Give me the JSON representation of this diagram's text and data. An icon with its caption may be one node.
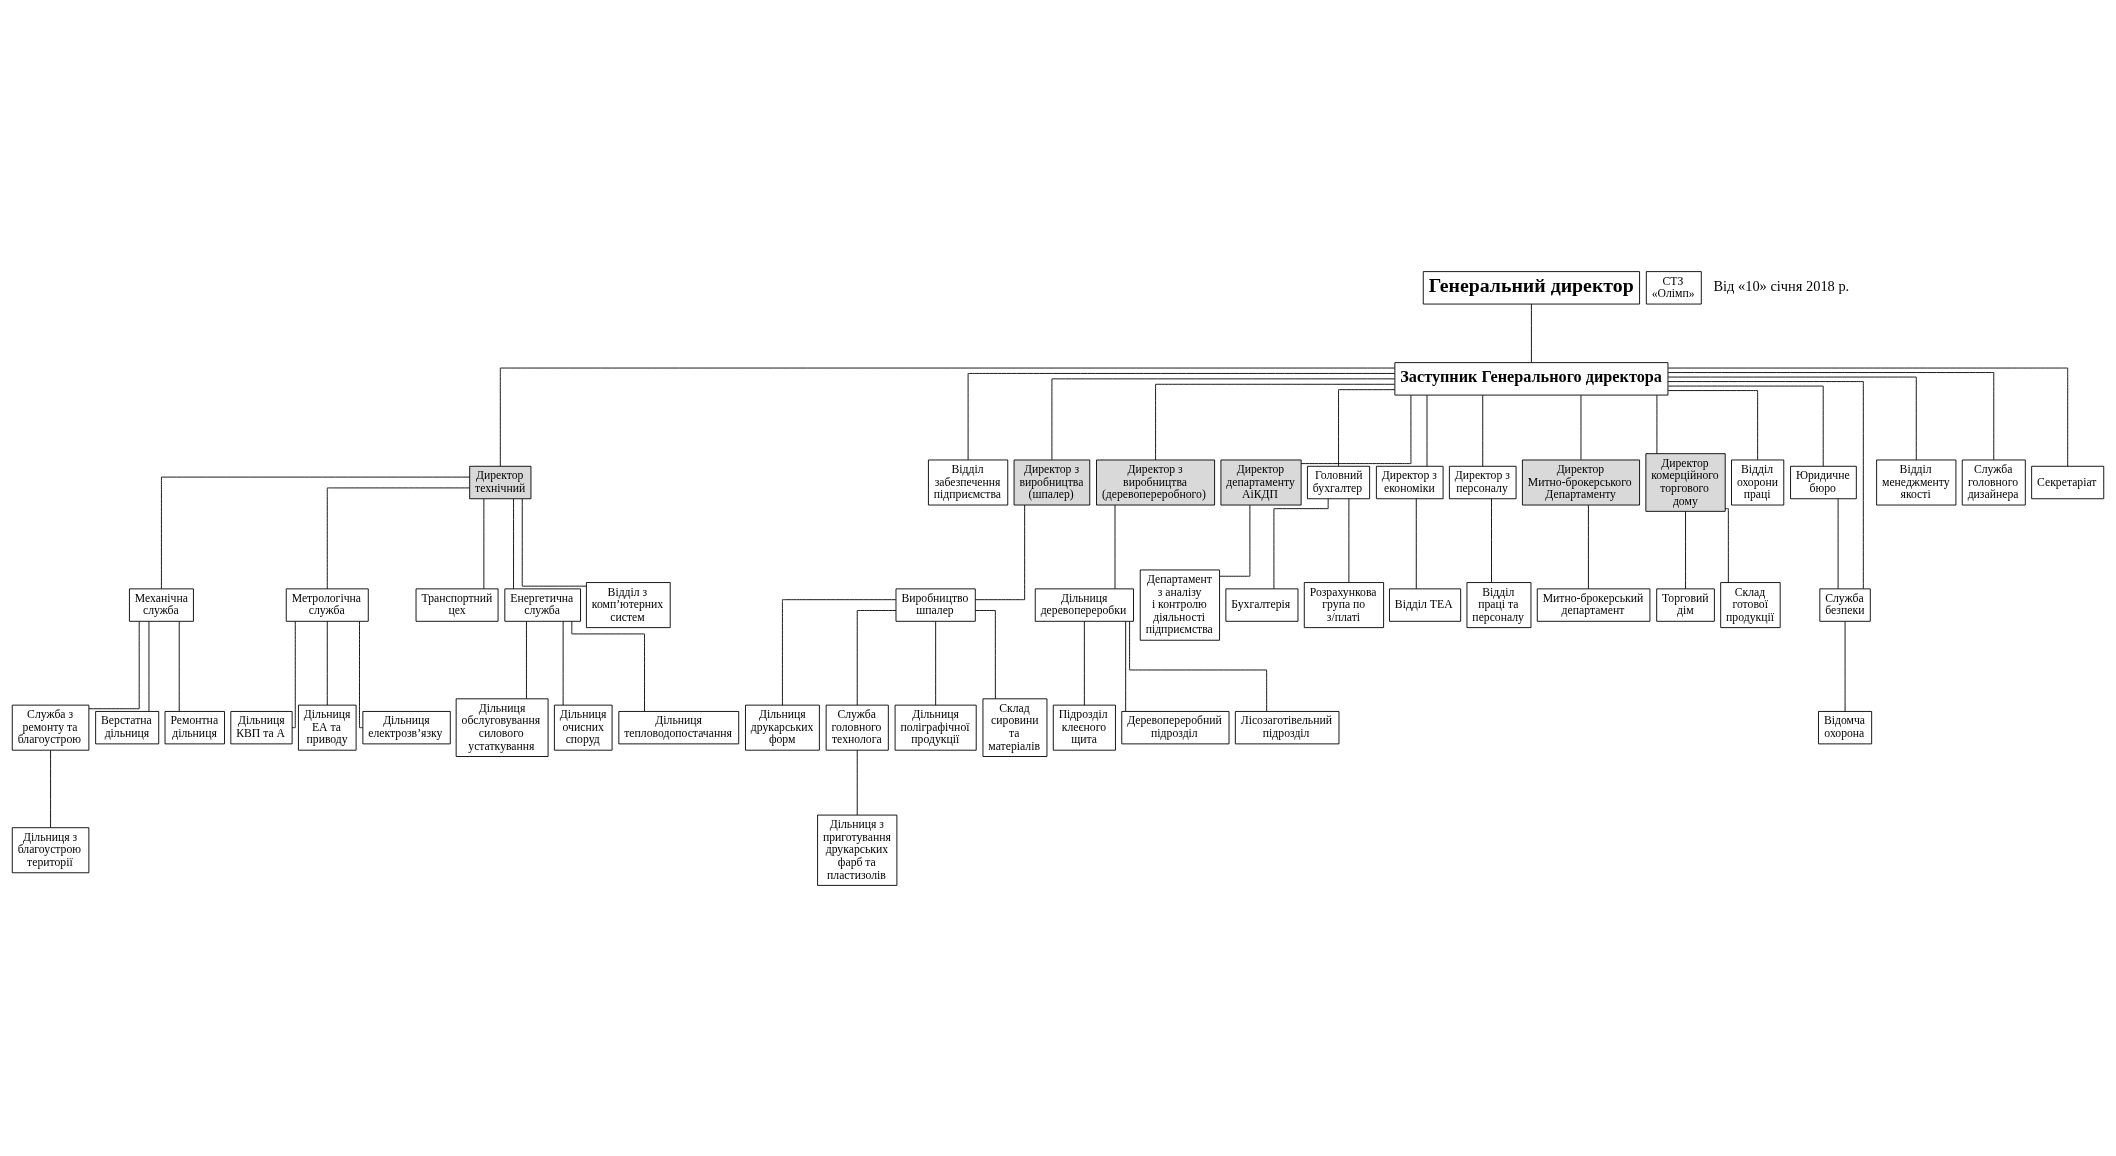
{
  "diagram": {
    "nodes": [
      {
        "text": [
          "Генеральний директор"
        ]
      },
      {
        "text": [
          "Заступник Генерального директора"
        ]
      },
      {
        "text": [
          "Директор технічний"
        ]
      },
      {
        "text": [
          "Відділ забезпечення підприємства"
        ]
      },
      {
        "text": [
          "Директор з виробництва (шпалер)"
        ]
      },
      {
        "text": [
          "Директор з виробництва (деревопереробного)"
        ]
      },
      {
        "text": [
          "Директор департаменту АіКДП"
        ]
      },
      {
        "text": [
          "Головний бухгалтер"
        ]
      },
      {
        "text": [
          "Директор з економіки"
        ]
      },
      {
        "text": [
          "Директор з персоналу"
        ]
      },
      {
        "text": [
          "Директор Митно-брокерського Департаменту"
        ]
      },
      {
        "text": [
          "Директор комерційного торгового дому"
        ]
      },
      {
        "text": [
          "Виробництво шпалер"
        ]
      },
      {
        "text": [
          "Дільниця деревопереробки"
        ]
      },
      {
        "text": [
          "Механічна служба"
        ]
      },
      {
        "text": [
          "Метрологічна служба"
        ]
      },
      {
        "text": [
          "Транспортний цех"
        ]
      },
      {
        "text": [
          "Департамент з аналізу і контролю діяльності підприємства"
        ]
      },
      {
        "text": [
          "Служба з ремонту та благоустрою"
        ]
      },
      {
        "text": [
          "Верстатна дільниця"
        ]
      },
      {
        "text": [
          "Ремонтна дільниця"
        ]
      },
      {
        "text": [
          "Дільниця КВП та А"
        ]
      },
      {
        "text": [
          "Дільниця ЕА та приводу"
        ]
      },
      {
        "text": [
          "Дільниця електрозв’язку"
        ]
      },
      {
        "text": [
          "Дільниця друкарських форм"
        ]
      },
      {
        "text": [
          "Служба головного технолога"
        ]
      },
      {
        "text": [
          "Дільниця поліграфічної продукції"
        ]
      },
      {
        "text": [
          "Склад сировини та матеріалів"
        ]
      },
      {
        "text": [
          "Підрозділ клеєного щита"
        ]
      },
      {
        "text": [
          "Деревопереробний підрозділ"
        ]
      },
      {
        "text": [
          "Лісозаготівельний підрозділ"
        ]
      },
      {
        "text": [
          "Бухгалтерія"
        ]
      },
      {
        "text": [
          "Розрахункова група по з/платі"
        ]
      },
      {
        "text": [
          "Відділ ТЕА"
        ]
      },
      {
        "text": [
          "Відділ праці та персоналу"
        ]
      },
      {
        "text": [
          "Відділ охорони праці"
        ]
      },
      {
        "text": [
          "Юридичне бюро"
        ]
      },
      {
        "text": [
          "Служба безпеки"
        ]
      },
      {
        "text": [
          "Відділ менеджменту якості"
        ]
      },
      {
        "text": [
          "Служба головного дизайнера"
        ]
      },
      {
        "text": [
          "Митно-брокерський департамент"
        ]
      },
      {
        "text": [
          "Торговий дім"
        ]
      },
      {
        "text": [
          "Склад готової продукції"
        ]
      },
      {
        "text": [
          "Дільниця з благоустрою території"
        ]
      },
      {
        "text": [
          "Енергетична служба"
        ]
      },
      {
        "text": [
          "Дільниця обслуговування силового устаткування"
        ]
      },
      {
        "text": [
          "Дільниця очисних споруд"
        ]
      },
      {
        "text": [
          "Дільниця тепловодопостачання"
        ]
      },
      {
        "text": [
          "Відділ з комп’ютерних систем"
        ]
      },
      {
        "text": [
          "Дільниця з приготування друкарських фарб та пластизолів"
        ]
      },
      {
        "text": [
          "Секретаріат"
        ]
      },
      {
        "text": [
          "СТЗ «Олімп»"
        ]
      },
      {
        "text": [
          "Відомча охорона"
        ]
      }
    ],
    "edges": [
      {
        "from": 0,
        "to": 1,
        "arrow": "none"
      },
      {
        "from": 1,
        "to": 2,
        "arrow": "none"
      },
      {
        "from": 1,
        "to": 3,
        "arrow": "none"
      },
      {
        "from": 1,
        "to": 4,
        "arrow": "none"
      },
      {
        "from": 1,
        "to": 5,
        "arrow": "none"
      },
      {
        "from": 1,
        "to": 6,
        "arrow": "none"
      },
      {
        "from": 1,
        "to": 50,
        "arrow": "none"
      },
      {
        "from": 1,
        "to": 7,
        "arrow": "none"
      },
      {
        "from": 1,
        "to": 8,
        "arrow": "none"
      },
      {
        "from": 1,
        "to": 9,
        "arrow": "none"
      },
      {
        "from": 1,
        "to": 35,
        "arrow": "none"
      },
      {
        "from": 1,
        "to": 36,
        "arrow": "none"
      },
      {
        "from": 1,
        "to": 37,
        "arrow": "none"
      },
      {
        "from": 1,
        "to": 38,
        "arrow": "none"
      },
      {
        "from": 1,
        "to": 39,
        "arrow": "none"
      },
      {
        "from": 1,
        "to": 10,
        "arrow": "none"
      },
      {
        "from": 1,
        "to": 11,
        "arrow": "none"
      },
      {
        "from": 2,
        "to": 14,
        "arrow": "none"
      },
      {
        "from": 2,
        "to": 15,
        "arrow": "none"
      },
      {
        "from": 2,
        "to": 16,
        "arrow": "none"
      },
      {
        "from": 2,
        "to": 44,
        "arrow": "none"
      },
      {
        "from": 2,
        "to": 48,
        "arrow": "none"
      },
      {
        "from": 4,
        "to": 12,
        "arrow": "none"
      },
      {
        "from": 5,
        "to": 13,
        "arrow": "none"
      },
      {
        "from": 6,
        "to": 17,
        "arrow": "none"
      },
      {
        "from": 12,
        "to": 24,
        "arrow": "none"
      },
      {
        "from": 12,
        "to": 25,
        "arrow": "none"
      },
      {
        "from": 12,
        "to": 26,
        "arrow": "none"
      },
      {
        "from": 12,
        "to": 27,
        "arrow": "none"
      },
      {
        "from": 13,
        "to": 28,
        "arrow": "none"
      },
      {
        "from": 13,
        "to": 29,
        "arrow": "none"
      },
      {
        "from": 13,
        "to": 30,
        "arrow": "none"
      },
      {
        "from": 14,
        "to": 18,
        "arrow": "none"
      },
      {
        "from": 14,
        "to": 19,
        "arrow": "none"
      },
      {
        "from": 14,
        "to": 20,
        "arrow": "none"
      },
      {
        "from": 15,
        "to": 21,
        "arrow": "none"
      },
      {
        "from": 15,
        "to": 22,
        "arrow": "none"
      },
      {
        "from": 15,
        "to": 23,
        "arrow": "none"
      },
      {
        "from": 18,
        "to": 43,
        "arrow": "none"
      },
      {
        "from": 44,
        "to": 45,
        "arrow": "none"
      },
      {
        "from": 44,
        "to": 46,
        "arrow": "none"
      },
      {
        "from": 44,
        "to": 47,
        "arrow": "none"
      },
      {
        "from": 25,
        "to": 49,
        "arrow": "none"
      },
      {
        "from": 7,
        "to": 31,
        "arrow": "none"
      },
      {
        "from": 7,
        "to": 32,
        "arrow": "none"
      },
      {
        "from": 8,
        "to": 33,
        "arrow": "none"
      },
      {
        "from": 9,
        "to": 34,
        "arrow": "none"
      },
      {
        "from": 36,
        "to": 37,
        "arrow": "none"
      },
      {
        "from": 37,
        "to": 52,
        "arrow": "none"
      },
      {
        "from": 10,
        "to": 40,
        "arrow": "none"
      },
      {
        "from": 11,
        "to": 41,
        "arrow": "none"
      },
      {
        "from": 11,
        "to": 42,
        "arrow": "none"
      }
    ],
    "labels": [
      "Від «10» січня 2018 р."
    ]
  }
}
